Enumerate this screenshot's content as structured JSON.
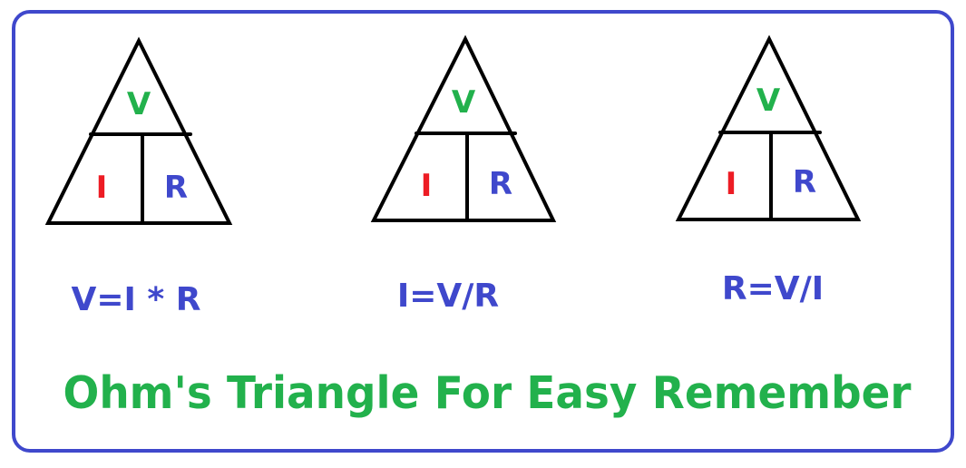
{
  "colors": {
    "border": "#3f48cc",
    "voltage": "#22b14c",
    "current": "#ed1c24",
    "resistance": "#3f48cc",
    "title": "#22b14c",
    "formula": "#3f48cc",
    "lines": "#000000"
  },
  "triangles": [
    {
      "top": "V",
      "left": "I",
      "right": "R",
      "formula": "V=I * R"
    },
    {
      "top": "V",
      "left": "I",
      "right": "R",
      "formula": "I=V/R"
    },
    {
      "top": "V",
      "left": "I",
      "right": "R",
      "formula": "R=V/I"
    }
  ],
  "title": "Ohm's Triangle For Easy Remember"
}
